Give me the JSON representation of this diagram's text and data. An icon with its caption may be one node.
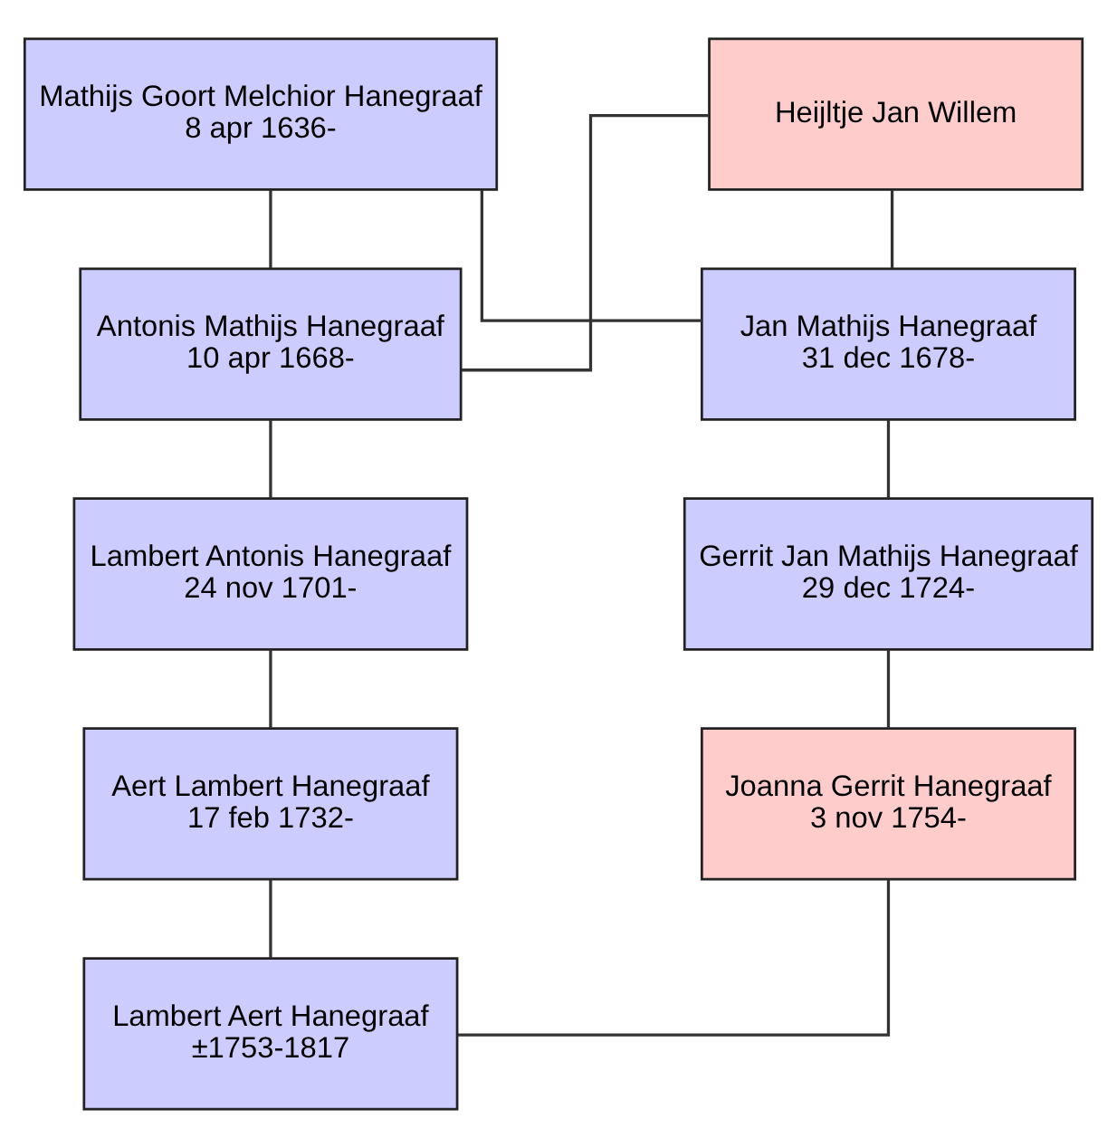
{
  "diagram": {
    "nodes": [
      {
        "text": [
          "Mathijs Goort Melchior Hanegraaf",
          "8 apr 1636-"
        ]
      },
      {
        "text": [
          "Heijltje Jan Willem"
        ]
      },
      {
        "text": [
          "Antonis Mathijs Hanegraaf",
          "10 apr 1668-"
        ]
      },
      {
        "text": [
          "Jan Mathijs Hanegraaf",
          "31 dec 1678-"
        ]
      },
      {
        "text": [
          "Lambert Antonis Hanegraaf",
          "24 nov 1701-"
        ]
      },
      {
        "text": [
          "Gerrit Jan Mathijs Hanegraaf",
          "29 dec 1724-"
        ]
      },
      {
        "text": [
          "Aert Lambert Hanegraaf",
          "17 feb 1732-"
        ]
      },
      {
        "text": [
          "Joanna Gerrit Hanegraaf",
          "3 nov 1754-"
        ]
      },
      {
        "text": [
          "Lambert Aert Hanegraaf",
          "±1753-1817"
        ]
      }
    ],
    "edges": [
      {
        "from": 0,
        "to": 2,
        "arrow": "none"
      },
      {
        "from": 0,
        "to": 3,
        "arrow": "none"
      },
      {
        "from": 1,
        "to": 2,
        "arrow": "none"
      },
      {
        "from": 1,
        "to": 3,
        "arrow": "none"
      },
      {
        "from": 2,
        "to": 4,
        "arrow": "none"
      },
      {
        "from": 4,
        "to": 6,
        "arrow": "none"
      },
      {
        "from": 6,
        "to": 8,
        "arrow": "none"
      },
      {
        "from": 3,
        "to": 5,
        "arrow": "none"
      },
      {
        "from": 5,
        "to": 7,
        "arrow": "none"
      },
      {
        "from": 8,
        "to": 7,
        "arrow": "none"
      }
    ]
  }
}
